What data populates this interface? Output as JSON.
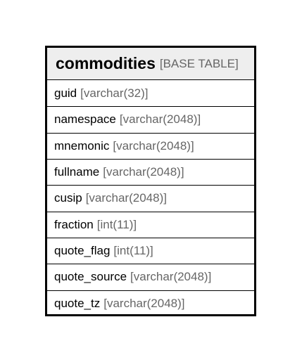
{
  "table": {
    "name": "commodities",
    "type": "[BASE TABLE]",
    "columns": [
      {
        "name": "guid",
        "type": "[varchar(32)]"
      },
      {
        "name": "namespace",
        "type": "[varchar(2048)]"
      },
      {
        "name": "mnemonic",
        "type": "[varchar(2048)]"
      },
      {
        "name": "fullname",
        "type": "[varchar(2048)]"
      },
      {
        "name": "cusip",
        "type": "[varchar(2048)]"
      },
      {
        "name": "fraction",
        "type": "[int(11)]"
      },
      {
        "name": "quote_flag",
        "type": "[int(11)]"
      },
      {
        "name": "quote_source",
        "type": "[varchar(2048)]"
      },
      {
        "name": "quote_tz",
        "type": "[varchar(2048)]"
      }
    ]
  },
  "colors": {
    "header_background": "#eeeeee",
    "type_text": "#666666",
    "border": "#000000"
  }
}
